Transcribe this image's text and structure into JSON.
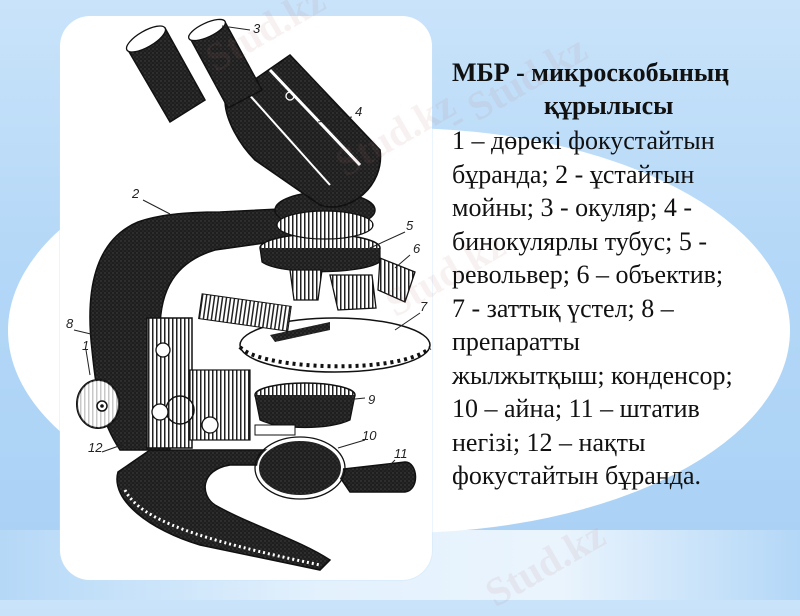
{
  "slide": {
    "title": {
      "line1": "МБР -  микроскобының",
      "line2": "құрылысы"
    },
    "description_lines": [
      "1 – дөрекі фокустайтын",
      "бұранда; 2 - ұстайтын",
      "мойны; 3 - окуляр; 4 -",
      "бинокулярлы тубус; 5 -",
      "револьвер; 6 – объектив;",
      "7 - заттық үстел;  8 –",
      "препаратты",
      "жылжытқыш; конденсор;",
      "10 – айна; 11 – штатив",
      "негізі; 12 – нақты",
      "фокустайтын бұранда."
    ],
    "parts": [
      {
        "number": "1",
        "name": "дөрекі фокустайтын бұранда"
      },
      {
        "number": "2",
        "name": "ұстайтын мойны"
      },
      {
        "number": "3",
        "name": "окуляр"
      },
      {
        "number": "4",
        "name": "бинокулярлы тубус"
      },
      {
        "number": "5",
        "name": "револьвер"
      },
      {
        "number": "6",
        "name": "объектив"
      },
      {
        "number": "7",
        "name": "заттық үстел"
      },
      {
        "number": "8",
        "name": "препаратты жылжытқыш"
      },
      {
        "number": "9",
        "name": "конденсор"
      },
      {
        "number": "10",
        "name": "айна"
      },
      {
        "number": "11",
        "name": "штатив негізі"
      },
      {
        "number": "12",
        "name": "нақты фокустайтын бұранда"
      }
    ]
  },
  "figure": {
    "subject": "microscope-diagram",
    "callouts": {
      "c1": "1",
      "c2": "2",
      "c3": "3",
      "c4": "4",
      "c5": "5",
      "c6": "6",
      "c7": "7",
      "c8": "8",
      "c9": "9",
      "c10": "10",
      "c11": "11",
      "c12": "12"
    }
  },
  "watermarks": [
    "Stud.kz",
    "Stud.kz",
    "Stud.kz",
    "- Stud.kz",
    "Stud.kz"
  ],
  "colors": {
    "background": "#b3d7f7",
    "ellipse": "#ffffff",
    "card": "#ffffff",
    "text": "#111111",
    "drawing": "#1a1a1a"
  }
}
